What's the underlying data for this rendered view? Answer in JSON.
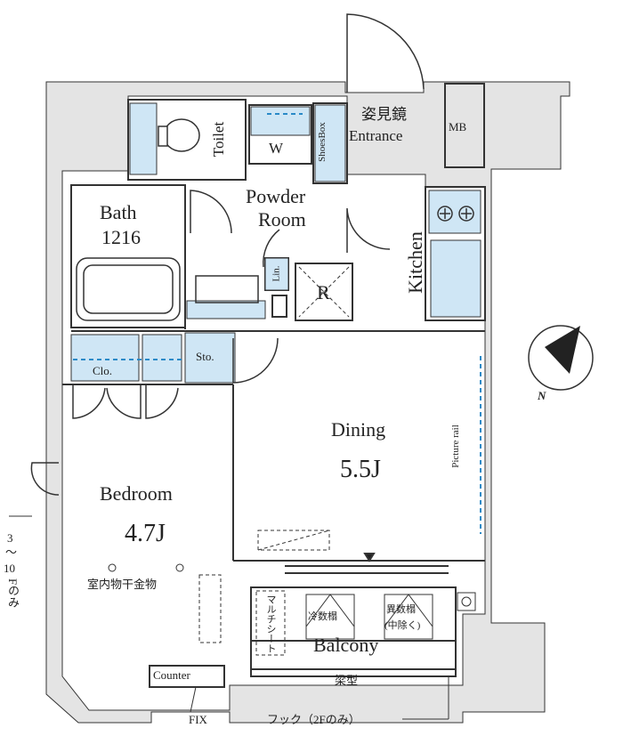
{
  "rooms": {
    "toilet": "Toilet",
    "washer": "W",
    "shoes_box": "ShoesBox",
    "entrance_jp": "姿見鏡",
    "entrance": "Entrance",
    "mb": "MB",
    "powder_room_line1": "Powder",
    "powder_room_line2": "Room",
    "bath": "Bath",
    "bath_size": "1216",
    "kitchen": "Kitchen",
    "linen": "Lin.",
    "refrigerator": "R",
    "closet": "Clo.",
    "storage": "Sto.",
    "dining": "Dining",
    "dining_size": "5.5J",
    "picture_rail": "Picture rail",
    "bedroom": "Bedroom",
    "bedroom_size": "4.7J",
    "drying_hardware": "室内物干金物",
    "balcony": "Balcony",
    "multi_sheet": "マルチシート",
    "cold_unit": "冷数榻",
    "heat_unit": "異数榻",
    "heat_unit_note": "(中除く)",
    "beam": "梁型",
    "counter": "Counter",
    "fix": "FIX",
    "hook_note": "フック（2Fのみ）",
    "floor_note_line1": "3",
    "floor_note_line2": "〜",
    "floor_note_line3": "10",
    "floor_note_line4": "Fのみ",
    "compass_n": "N"
  },
  "colors": {
    "wall": "#e4e4e4",
    "wall_line": "#333333",
    "fixture_blue": "#cfe6f5",
    "dashed_blue": "#2a8ac8",
    "line": "#333333"
  }
}
